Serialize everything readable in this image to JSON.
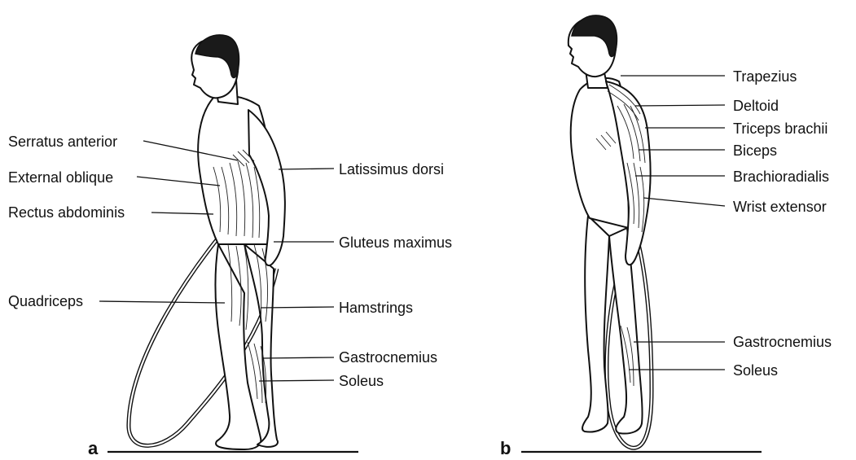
{
  "panels": [
    {
      "letter": "a",
      "labels": {
        "serratus_anterior": "Serratus anterior",
        "external_oblique": "External oblique",
        "rectus_abdominis": "Rectus abdominis",
        "quadriceps": "Quadriceps",
        "latissimus_dorsi": "Latissimus dorsi",
        "gluteus_maximus": "Gluteus maximus",
        "hamstrings": "Hamstrings",
        "gastrocnemius": "Gastrocnemius",
        "soleus": "Soleus"
      }
    },
    {
      "letter": "b",
      "labels": {
        "trapezius": "Trapezius",
        "deltoid": "Deltoid",
        "triceps_brachii": "Triceps brachii",
        "biceps": "Biceps",
        "brachioradialis": "Brachioradialis",
        "wrist_extensor": "Wrist extensor",
        "gastrocnemius": "Gastrocnemius",
        "soleus": "Soleus"
      }
    }
  ]
}
